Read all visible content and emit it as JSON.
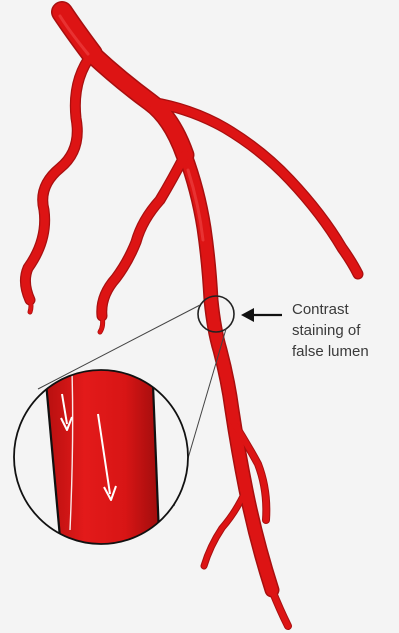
{
  "annotation": {
    "lines": [
      "Contrast",
      "staining of",
      "false lumen"
    ]
  },
  "colors": {
    "background": "#f4f4f4",
    "vessel": "#dd1414",
    "vessel_edge": "#a80f0f",
    "outline": "#111111",
    "arrow": "#111111",
    "label_text": "#3a3a3a"
  },
  "icons": {
    "pointer": "left-arrow-icon",
    "flow": "down-arrow-icon"
  }
}
